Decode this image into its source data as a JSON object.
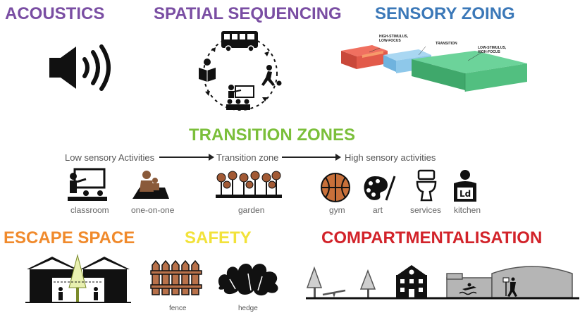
{
  "headings": {
    "acoustics": "ACOUSTICS",
    "spatial_sequencing": "SPATIAL SEQUENCING",
    "sensory_zoning": "SENSORY ZOING",
    "transition_zones": "TRANSITION ZONES",
    "escape_space": "ESCAPE SPACE",
    "safety": "SAFETY",
    "compartmentalisation": "COMPARTMENTALISATION"
  },
  "colors": {
    "purple": "#7a4ea3",
    "blue": "#3b78b8",
    "green": "#7bbf3a",
    "orange": "#f08a2c",
    "yellow": "#f2e23a",
    "red": "#d2232a"
  },
  "sensory_zoning": {
    "high_stimulus": [
      "HIGH-STIMULUS,",
      "LOW-FOCUS"
    ],
    "transition": "TRANSITION",
    "low_stimulus": [
      "LOW-STIMULUS,",
      "HIGH-FOCUS"
    ]
  },
  "transition_flow": {
    "low": "Low sensory Activities",
    "mid": "Transition zone",
    "high": "High sensory activities"
  },
  "activities": {
    "classroom": "classroom",
    "one_on_one": "one-on-one",
    "garden": "garden",
    "gym": "gym",
    "art": "art",
    "services": "services",
    "kitchen": "kitchen"
  },
  "safety": {
    "fence": "fence",
    "hedge": "hedge"
  }
}
